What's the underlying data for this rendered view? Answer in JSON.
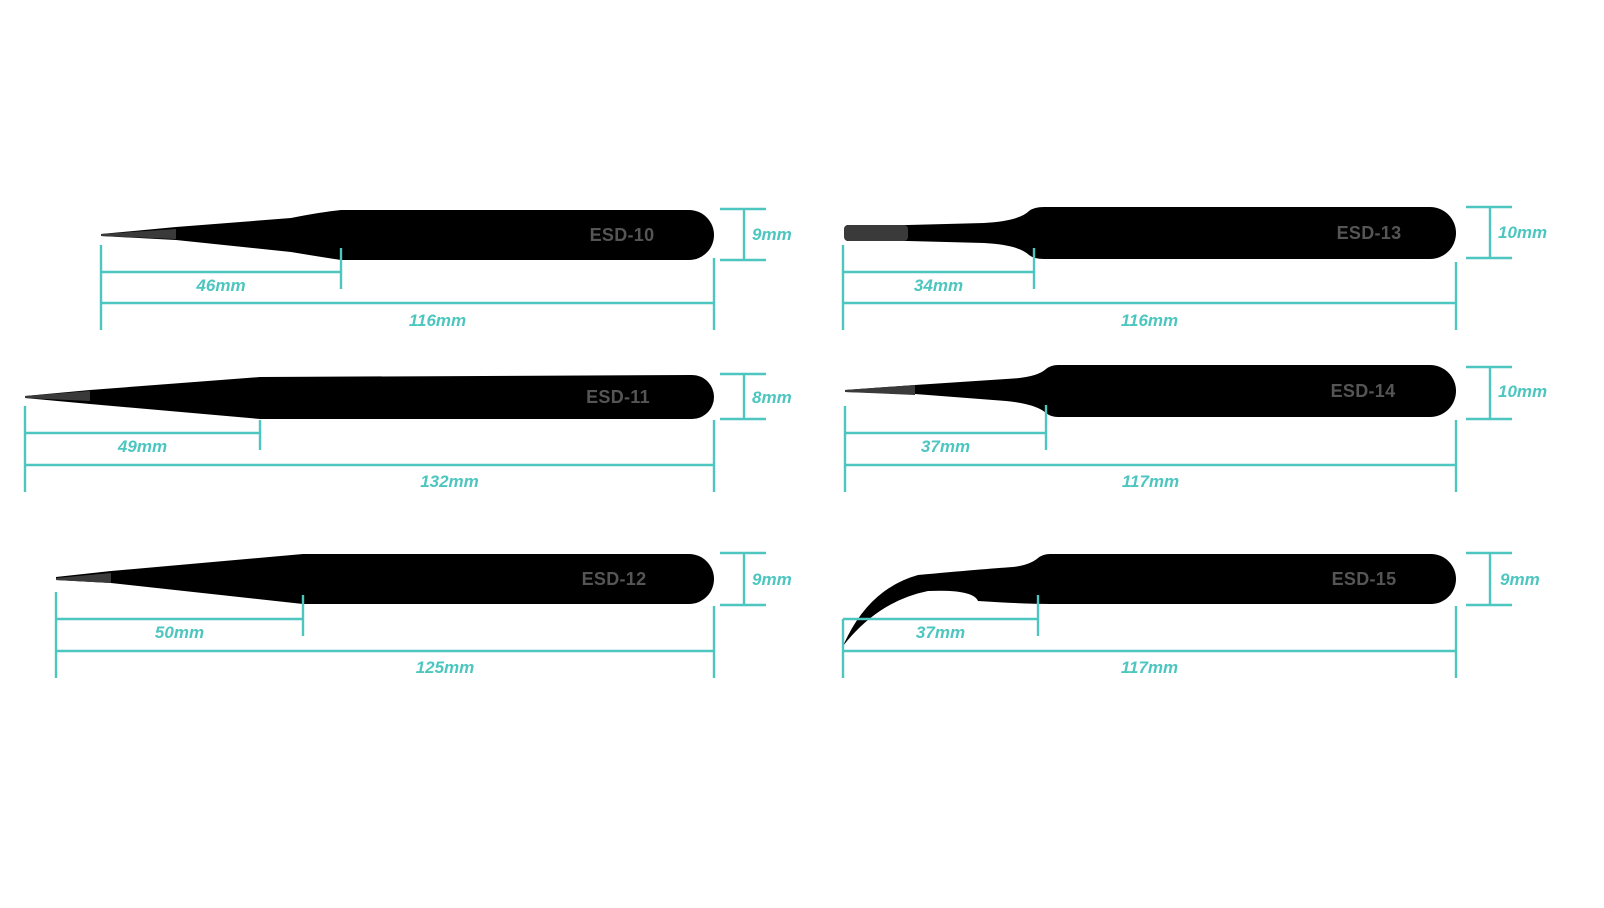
{
  "accent_color": "#4dc6c0",
  "tweezer_color": "#000000",
  "label_color": "#555555",
  "tweezers": [
    {
      "model": "ESD-10",
      "tip_length": "46mm",
      "total_length": "116mm",
      "width": "9mm",
      "tip_style": "straight-pointed"
    },
    {
      "model": "ESD-11",
      "tip_length": "49mm",
      "total_length": "132mm",
      "width": "8mm",
      "tip_style": "long-pointed"
    },
    {
      "model": "ESD-12",
      "tip_length": "50mm",
      "total_length": "125mm",
      "width": "9mm",
      "tip_style": "tapered-pointed"
    },
    {
      "model": "ESD-13",
      "tip_length": "34mm",
      "total_length": "116mm",
      "width": "10mm",
      "tip_style": "flat-blunt"
    },
    {
      "model": "ESD-14",
      "tip_length": "37mm",
      "total_length": "117mm",
      "width": "10mm",
      "tip_style": "fine-pointed"
    },
    {
      "model": "ESD-15",
      "tip_length": "37mm",
      "total_length": "117mm",
      "width": "9mm",
      "tip_style": "curved"
    }
  ]
}
